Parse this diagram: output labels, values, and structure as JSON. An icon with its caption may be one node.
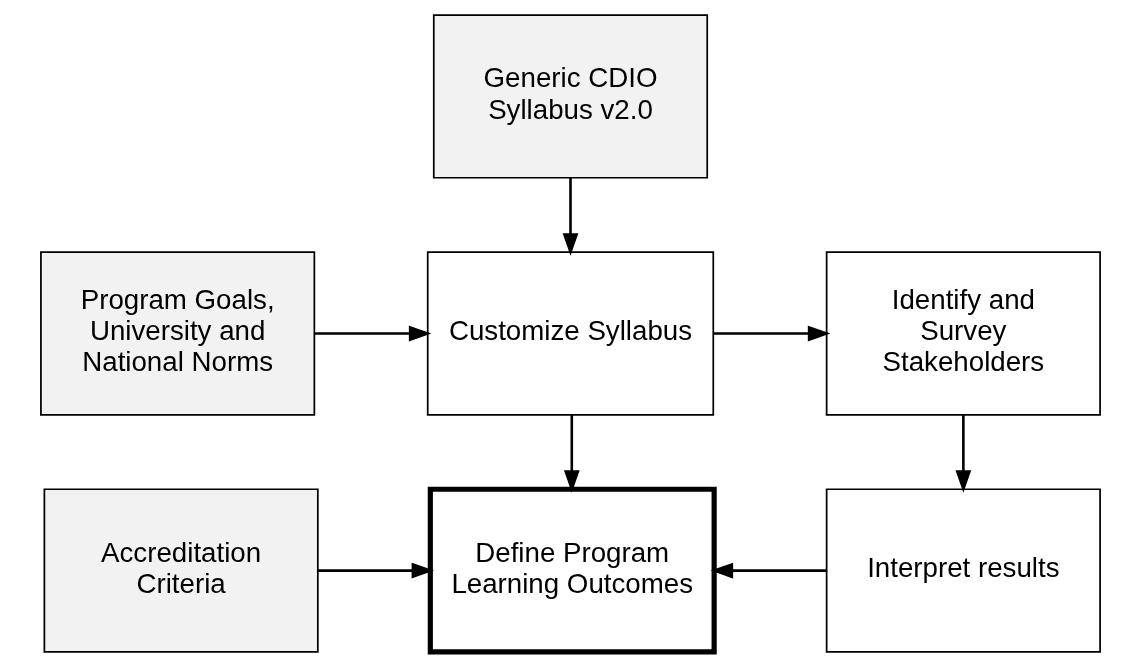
{
  "diagram": {
    "nodes": [
      {
        "text": [
          "Generic CDIO Syllabus v2.0"
        ]
      },
      {
        "text": [
          "Program Goals, University and National Norms"
        ]
      },
      {
        "text": [
          "Customize Syllabus"
        ]
      },
      {
        "text": [
          "Identify and Survey Stakeholders"
        ]
      },
      {
        "text": [
          "Accreditation Criteria"
        ]
      },
      {
        "text": [
          "Define Program Learning Outcomes"
        ]
      },
      {
        "text": [
          "Interpret results"
        ]
      }
    ],
    "edges": [
      {
        "from": 0,
        "to": 2,
        "arrow": "to"
      },
      {
        "from": 1,
        "to": 2,
        "arrow": "to"
      },
      {
        "from": 2,
        "to": 3,
        "arrow": "to"
      },
      {
        "from": 2,
        "to": 5,
        "arrow": "to"
      },
      {
        "from": 3,
        "to": 6,
        "arrow": "to"
      },
      {
        "from": 4,
        "to": 5,
        "arrow": "to"
      },
      {
        "from": 6,
        "to": 5,
        "arrow": "to"
      }
    ]
  }
}
